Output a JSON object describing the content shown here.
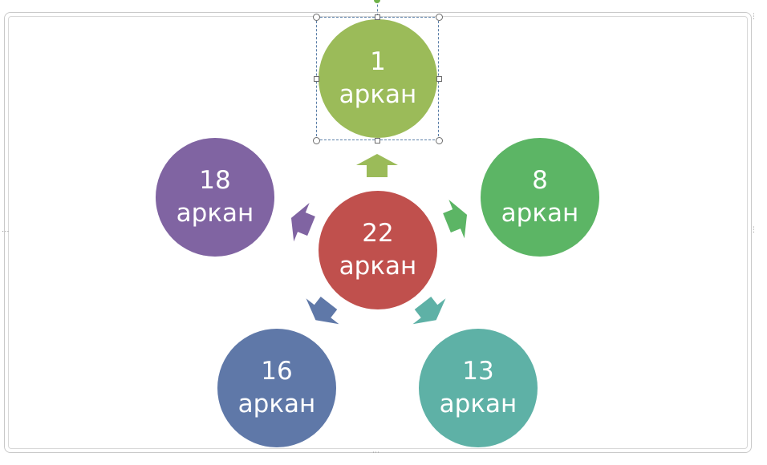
{
  "diagram": {
    "center": {
      "number": "22",
      "word": "аркан",
      "color": "#c0504d"
    },
    "nodes": [
      {
        "id": "top",
        "number": "1",
        "word": "аркан",
        "color": "#9bbb59"
      },
      {
        "id": "right",
        "number": "8",
        "word": "аркан",
        "color": "#5cb565"
      },
      {
        "id": "bottom-right",
        "number": "13",
        "word": "аркан",
        "color": "#5eb1a6"
      },
      {
        "id": "bottom-left",
        "number": "16",
        "word": "аркан",
        "color": "#5f78a8"
      },
      {
        "id": "left",
        "number": "18",
        "word": "аркан",
        "color": "#8064a2"
      }
    ]
  }
}
